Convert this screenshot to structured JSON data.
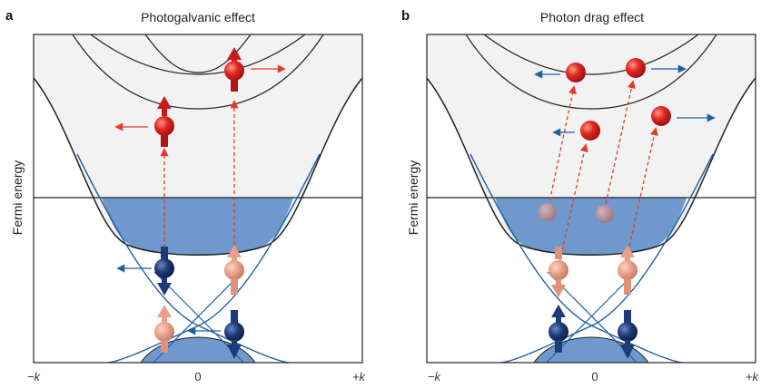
{
  "panels": [
    {
      "letter": "a",
      "title": "Photogalvanic effect",
      "ylabel": "Fermi energy",
      "ticks": {
        "left": "−k",
        "center": "0",
        "right": "+k"
      }
    },
    {
      "letter": "b",
      "title": "Photon drag effect",
      "ylabel": "Fermi energy",
      "ticks": {
        "left": "−k",
        "center": "0",
        "right": "+k"
      }
    }
  ],
  "colors": {
    "band_fill_upper": "#f2f2f2",
    "fermi_sea": "#6f98cc",
    "dirac_line": "#1e5fa6",
    "electron_red": "#d42020",
    "spin_blue": "#1f3a78",
    "spin_pink": "#e8a08a",
    "arrow_red": "#e23a2a",
    "arrow_blue": "#1e5fa6"
  }
}
